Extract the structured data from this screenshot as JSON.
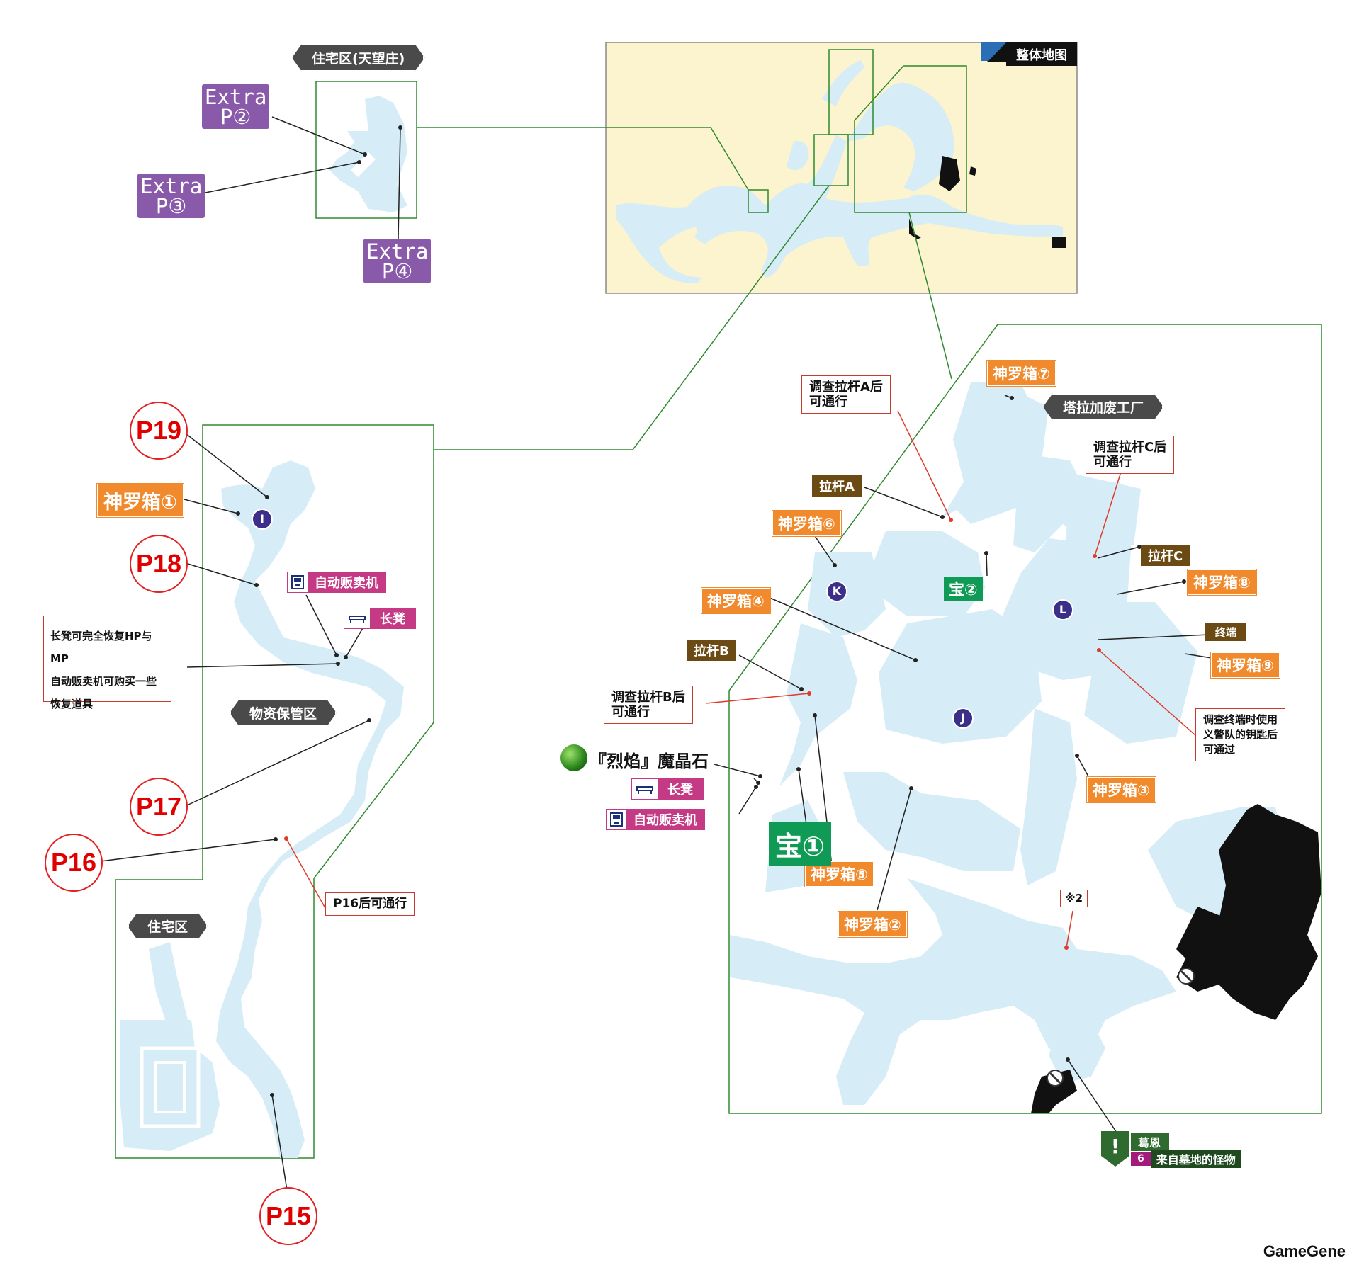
{
  "overview": {
    "label": "整体地图"
  },
  "areas": {
    "residential_tenbozhuang": "住宅区(天望庄)",
    "supply_storage": "物资保管区",
    "residential": "住宅区",
    "tara_factory": "塔拉加废工厂"
  },
  "extras": [
    {
      "line1": "Extra",
      "line2": "P②"
    },
    {
      "line1": "Extra",
      "line2": "P③"
    },
    {
      "line1": "Extra",
      "line2": "P④"
    }
  ],
  "page_refs": [
    "P19",
    "P18",
    "P17",
    "P16",
    "P15"
  ],
  "shinra_boxes": [
    "神罗箱①",
    "神罗箱②",
    "神罗箱③",
    "神罗箱④",
    "神罗箱⑤",
    "神罗箱⑥",
    "神罗箱⑦",
    "神罗箱⑧",
    "神罗箱⑨"
  ],
  "treasures": [
    "宝①",
    "宝②"
  ],
  "levers": [
    "拉杆A",
    "拉杆B",
    "拉杆C"
  ],
  "terminal": "终端",
  "facilities": {
    "vending": "自动贩卖机",
    "bench": "长凳"
  },
  "notes": {
    "bench_vending": [
      "长凳可完全恢复HP与MP",
      "自动贩卖机可购买一些",
      "恢复道具"
    ],
    "after_p16": "P16后可通行",
    "lever_a": [
      "调查拉杆A后",
      "可通行"
    ],
    "lever_b": [
      "调查拉杆B后",
      "可通行"
    ],
    "lever_c": [
      "调查拉杆C后",
      "可通行"
    ],
    "terminal_key": [
      "调查终端时使用",
      "义警队的钥匙后",
      "可通过"
    ],
    "ref2": "※2"
  },
  "materia": "『烈焰』魔晶石",
  "room_letters": [
    "I",
    "J",
    "K",
    "L"
  ],
  "quest": {
    "icon": "!",
    "title": "葛恩",
    "number": "6",
    "name": "来自墓地的怪物"
  },
  "watermark": "GameGene",
  "colors": {
    "water": "#d6ecf7",
    "overview_bg": "#fcf3cf",
    "frame_green": "#2f8a2f",
    "leader_red": "#e03a2a",
    "shinra_orange": "#f08a2c",
    "extra_purple": "#8a5aaa",
    "lever_brown": "#6b4a14",
    "treasure_green": "#0f9a55",
    "facility_pink": "#c43a84"
  }
}
